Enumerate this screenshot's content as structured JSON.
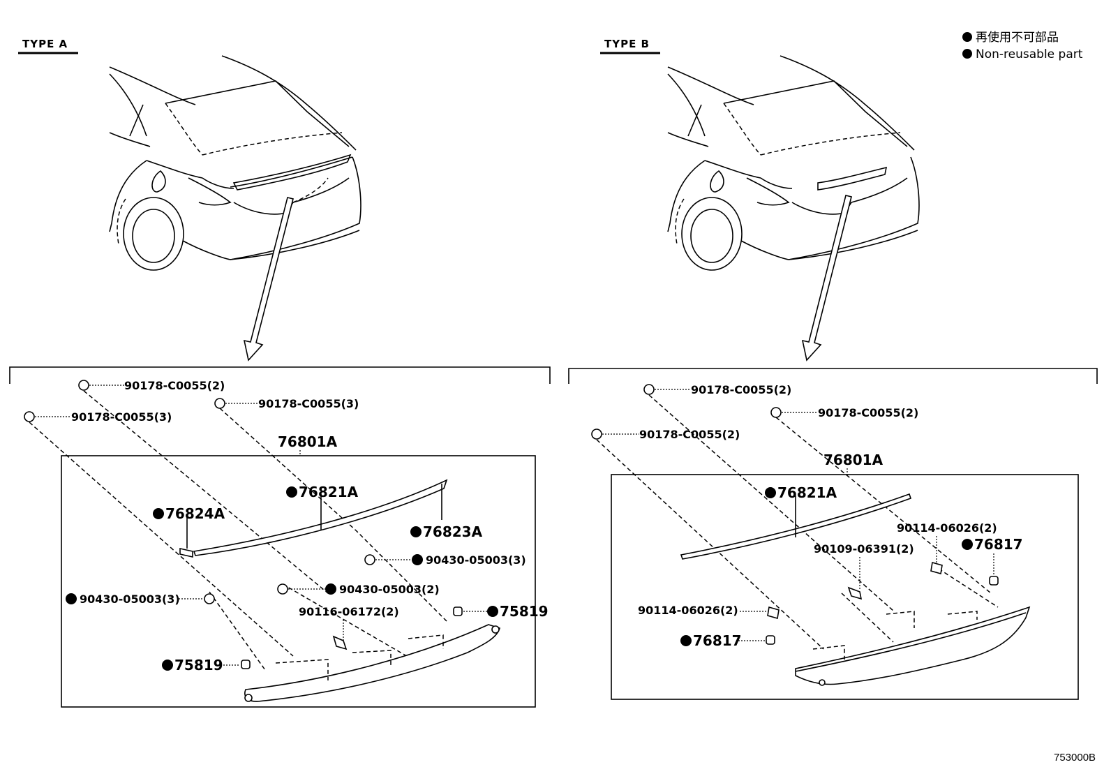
{
  "legend": {
    "line_jp": "再使用不可部品",
    "line_en": "Non-reusable part"
  },
  "reference": "753000B",
  "type_a": {
    "title": "TYPE A",
    "assembly": "76801A",
    "labels": {
      "clip_top_left": "90178-C0055(2)",
      "clip_top_mid": "90178-C0055(3)",
      "clip_left": "90178-C0055(3)",
      "moulding": "76821A",
      "end_left": "76824A",
      "end_right": "76823A",
      "nut_right": "90430-05003(3)",
      "nut_mid": "90430-05003(2)",
      "nut_left": "90430-05003(3)",
      "bolt": "90116-06172(2)",
      "clip_right": "75819",
      "clip_left_bottom": "75819"
    }
  },
  "type_b": {
    "title": "TYPE B",
    "assembly": "76801A",
    "labels": {
      "clip_top_left": "90178-C0055(2)",
      "clip_top_right": "90178-C0055(2)",
      "clip_left": "90178-C0055(2)",
      "moulding": "76821A",
      "bracket_right": "90114-06026(2)",
      "bolt": "90109-06391(2)",
      "clip_right": "76817",
      "bracket_left": "90114-06026(2)",
      "clip_left_bottom": "76817"
    }
  }
}
